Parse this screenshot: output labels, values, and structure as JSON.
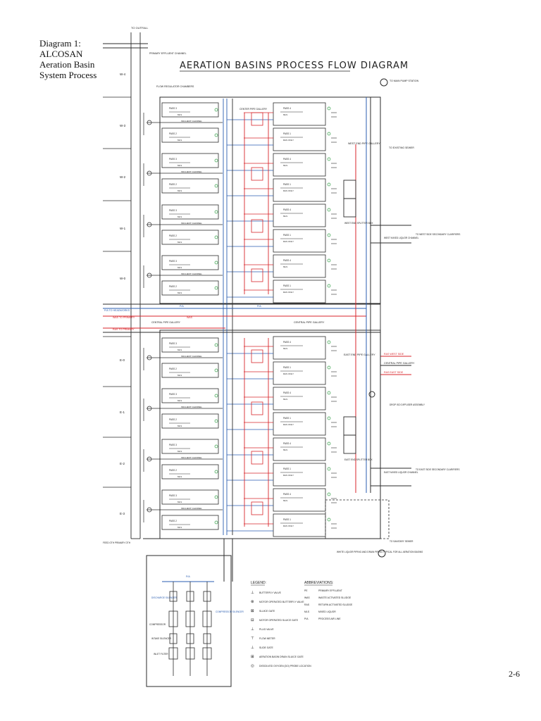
{
  "caption": {
    "line1": "Diagram 1:",
    "line2": "ALCOSAN",
    "line3": "Aeration Basin",
    "line4": "System Process"
  },
  "title": "AERATION BASINS PROCESS FLOW DIAGRAM",
  "page_number": "2-6",
  "top_labels": {
    "to_outfall": "TO OUTFALL",
    "primary_effluent_channel": "PRIMARY EFFLUENT CHANNEL",
    "flow_regulator_chambers": "FLOW REGULATOR CHAMBERS",
    "to_main_pump_station": "TO MAIN PUMP STATION",
    "to_existing_sewer": "TO EXISTING SEWER"
  },
  "galleries": {
    "center_upper": "CENTER PIPE GALLERY",
    "central_mid": "CENTRAL PIPE GALLERY",
    "central_left": "CENTRAL PIPE GALLERY",
    "west_end": "WEST END PIPE GALLERY",
    "east_end": "EAST END PIPE GALLERY"
  },
  "flow_lines": {
    "pa_to_headworks": "P/A TO HEADWORKS",
    "was_to_primary": "WAS TO PRIMARY",
    "ras_to_primary": "RAS TO PRIMARY",
    "ras_west_side": "RAS WEST SIDE",
    "central_pipe": "CENTRAL PIPE GALLERY",
    "ras_east_side": "RAS EAST SIDE",
    "pa": "P/A",
    "ras": "RAS",
    "was": "WAS",
    "ml": "M.L"
  },
  "basin_labels": {
    "influent_channel": "INFLUENT CHANNEL",
    "ml": "MLS",
    "pass1": "PASS 1",
    "pass2": "PASS 2",
    "pass3": "PASS 3",
    "pass4": "PASS 4",
    "ras_only": "RAS ONLY",
    "splitter_box_west": "WEST END SPLITTER BOX",
    "splitter_box_east": "EAST END SPLITTER BOX",
    "west_mixed_liquor_channel": "WEST MIXED LIQUOR CHANNEL",
    "east_mixed_liquor_channel": "EAST MIXED LIQUOR CHANNEL",
    "to_west_side_clarifiers": "TO WEST SIDE SECONDARY CLARIFIERS",
    "to_east_side_clarifiers": "TO EAST SIDE SECONDARY CLARIFIERS",
    "drop_diffuser": "DROP ISO DIFFUSER ASSEMBLY",
    "drain_note": "WHITE LIQUOR PIPING AND DRAIN PIPING TYPICAL FOR ALL AERATION BASINS",
    "to_sanitary_sewer": "TO SANITARY SEWER",
    "ml_chan": "M.L"
  },
  "row_labels": [
    "W-4",
    "W-3",
    "W-2",
    "W-1",
    "W-0",
    "E-0",
    "E-1",
    "E-2",
    "E-3"
  ],
  "blower": {
    "pa": "P/A",
    "discharge_silencer": "DISCHARGE SILENCER",
    "compressor_silencer": "COMPRESSOR SILENCER",
    "compressor": "COMPRESSOR",
    "intake_silencer": "INTAKE SILENCER",
    "inlet_filter": "INLET FILTER",
    "footnote": "FEED OTH PRIMARY OTH"
  },
  "legend": {
    "heading": "LEGEND:",
    "items": [
      "BUTTERFLY VALVE",
      "MOTOR OPERATED BUTTERFLY VALVE",
      "SLUICE GATE",
      "MOTOR OPERATED SLUICE GATE",
      "PLUG VALVE",
      "FLOW METER",
      "SLIDE GATE",
      "AERATION BASIN DRAIN SLUICE GATE",
      "DISSOLVED OXYGEN (DO) PROBE LOCATION"
    ],
    "symbols": [
      "⊥",
      "⊗",
      "⊠",
      "⊟",
      "⊥",
      "⊤",
      "⊥",
      "⊞",
      "◎"
    ]
  },
  "abbreviations": {
    "heading": "ABBREVIATIONS:",
    "items": [
      {
        "code": "PE",
        "meaning": "PRIMARY EFFLUENT"
      },
      {
        "code": "WAS",
        "meaning": "WASTE ACTIVATED SLUDGE"
      },
      {
        "code": "RAS",
        "meaning": "RETURN ACTIVATED SLUDGE"
      },
      {
        "code": "MLS",
        "meaning": "MIXED LIQUOR"
      },
      {
        "code": "P/A",
        "meaning": "PROCESS AIR LINE"
      }
    ]
  },
  "colors": {
    "line": "#2b2b2b",
    "process_air": "#2a5db0",
    "sludge": "#d8262b",
    "green_probe": "#2f9e44"
  }
}
